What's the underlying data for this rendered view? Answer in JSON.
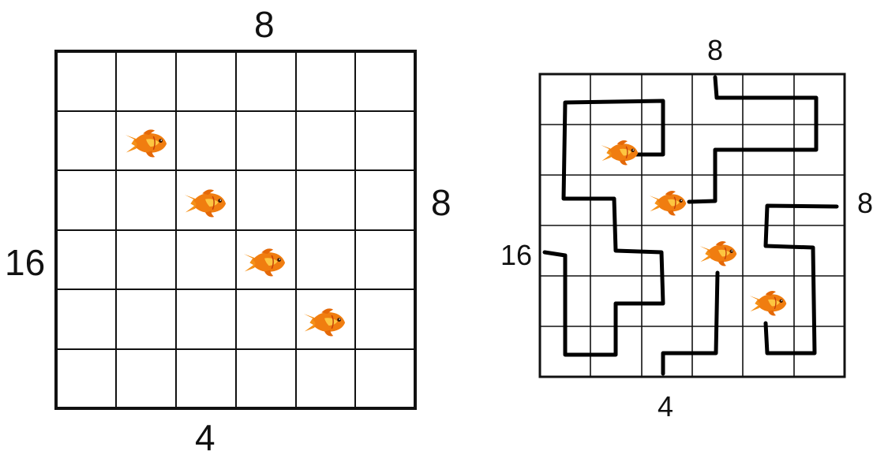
{
  "puzzle_left": {
    "grid": {
      "rows": 6,
      "cols": 6
    },
    "clues": {
      "top": "8",
      "right": "8",
      "left": "16",
      "bottom": "4"
    },
    "fish": [
      {
        "row": 1,
        "col": 1,
        "icon": "goldfish-icon"
      },
      {
        "row": 2,
        "col": 2,
        "icon": "goldfish-icon"
      },
      {
        "row": 3,
        "col": 3,
        "icon": "goldfish-icon"
      },
      {
        "row": 4,
        "col": 4,
        "icon": "goldfish-icon"
      }
    ]
  },
  "puzzle_right": {
    "grid": {
      "rows": 6,
      "cols": 6
    },
    "clues": {
      "top": "8",
      "right": "8",
      "left": "16",
      "bottom": "4"
    },
    "fish": [
      {
        "row": 1,
        "col": 1,
        "icon": "goldfish-icon"
      },
      {
        "row": 2,
        "col": 2,
        "icon": "goldfish-icon"
      },
      {
        "row": 3,
        "col": 3,
        "icon": "goldfish-icon"
      },
      {
        "row": 4,
        "col": 4,
        "icon": "goldfish-icon"
      }
    ],
    "fishing_lines": 4
  },
  "colors": {
    "grid_line": "#111111",
    "fishing_line": "#000000",
    "fish_body": "#f07d10",
    "fish_highlight": "#ffd24a",
    "fish_dark": "#c6400a"
  }
}
